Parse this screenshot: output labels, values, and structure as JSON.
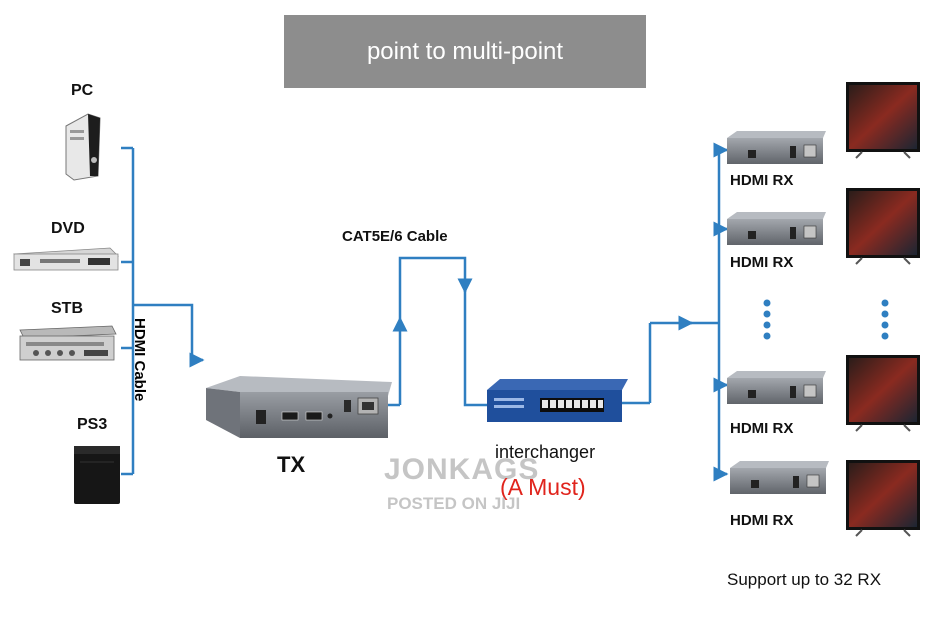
{
  "banner": {
    "title": "point to multi-point"
  },
  "sources": [
    {
      "label": "PC"
    },
    {
      "label": "DVD"
    },
    {
      "label": "STB"
    },
    {
      "label": "PS3"
    }
  ],
  "cables": {
    "hdmi": "HDMI Cable",
    "cat": "CAT5E/6 Cable"
  },
  "transmitter": {
    "label": "TX"
  },
  "switch": {
    "label": "interchanger",
    "note": "(A Must)"
  },
  "receivers": [
    {
      "label": "HDMI RX"
    },
    {
      "label": "HDMI RX"
    },
    {
      "label": "HDMI RX"
    },
    {
      "label": "HDMI RX"
    }
  ],
  "footer_note": "Support up to 32 RX",
  "watermark": {
    "brand": "JONKAGS",
    "sub": "POSTED ON JIJI"
  },
  "colors": {
    "line": "#2f7fc1",
    "banner": "#8d8d8d",
    "must": "#e0241c",
    "switch": "#1f4f9c"
  }
}
